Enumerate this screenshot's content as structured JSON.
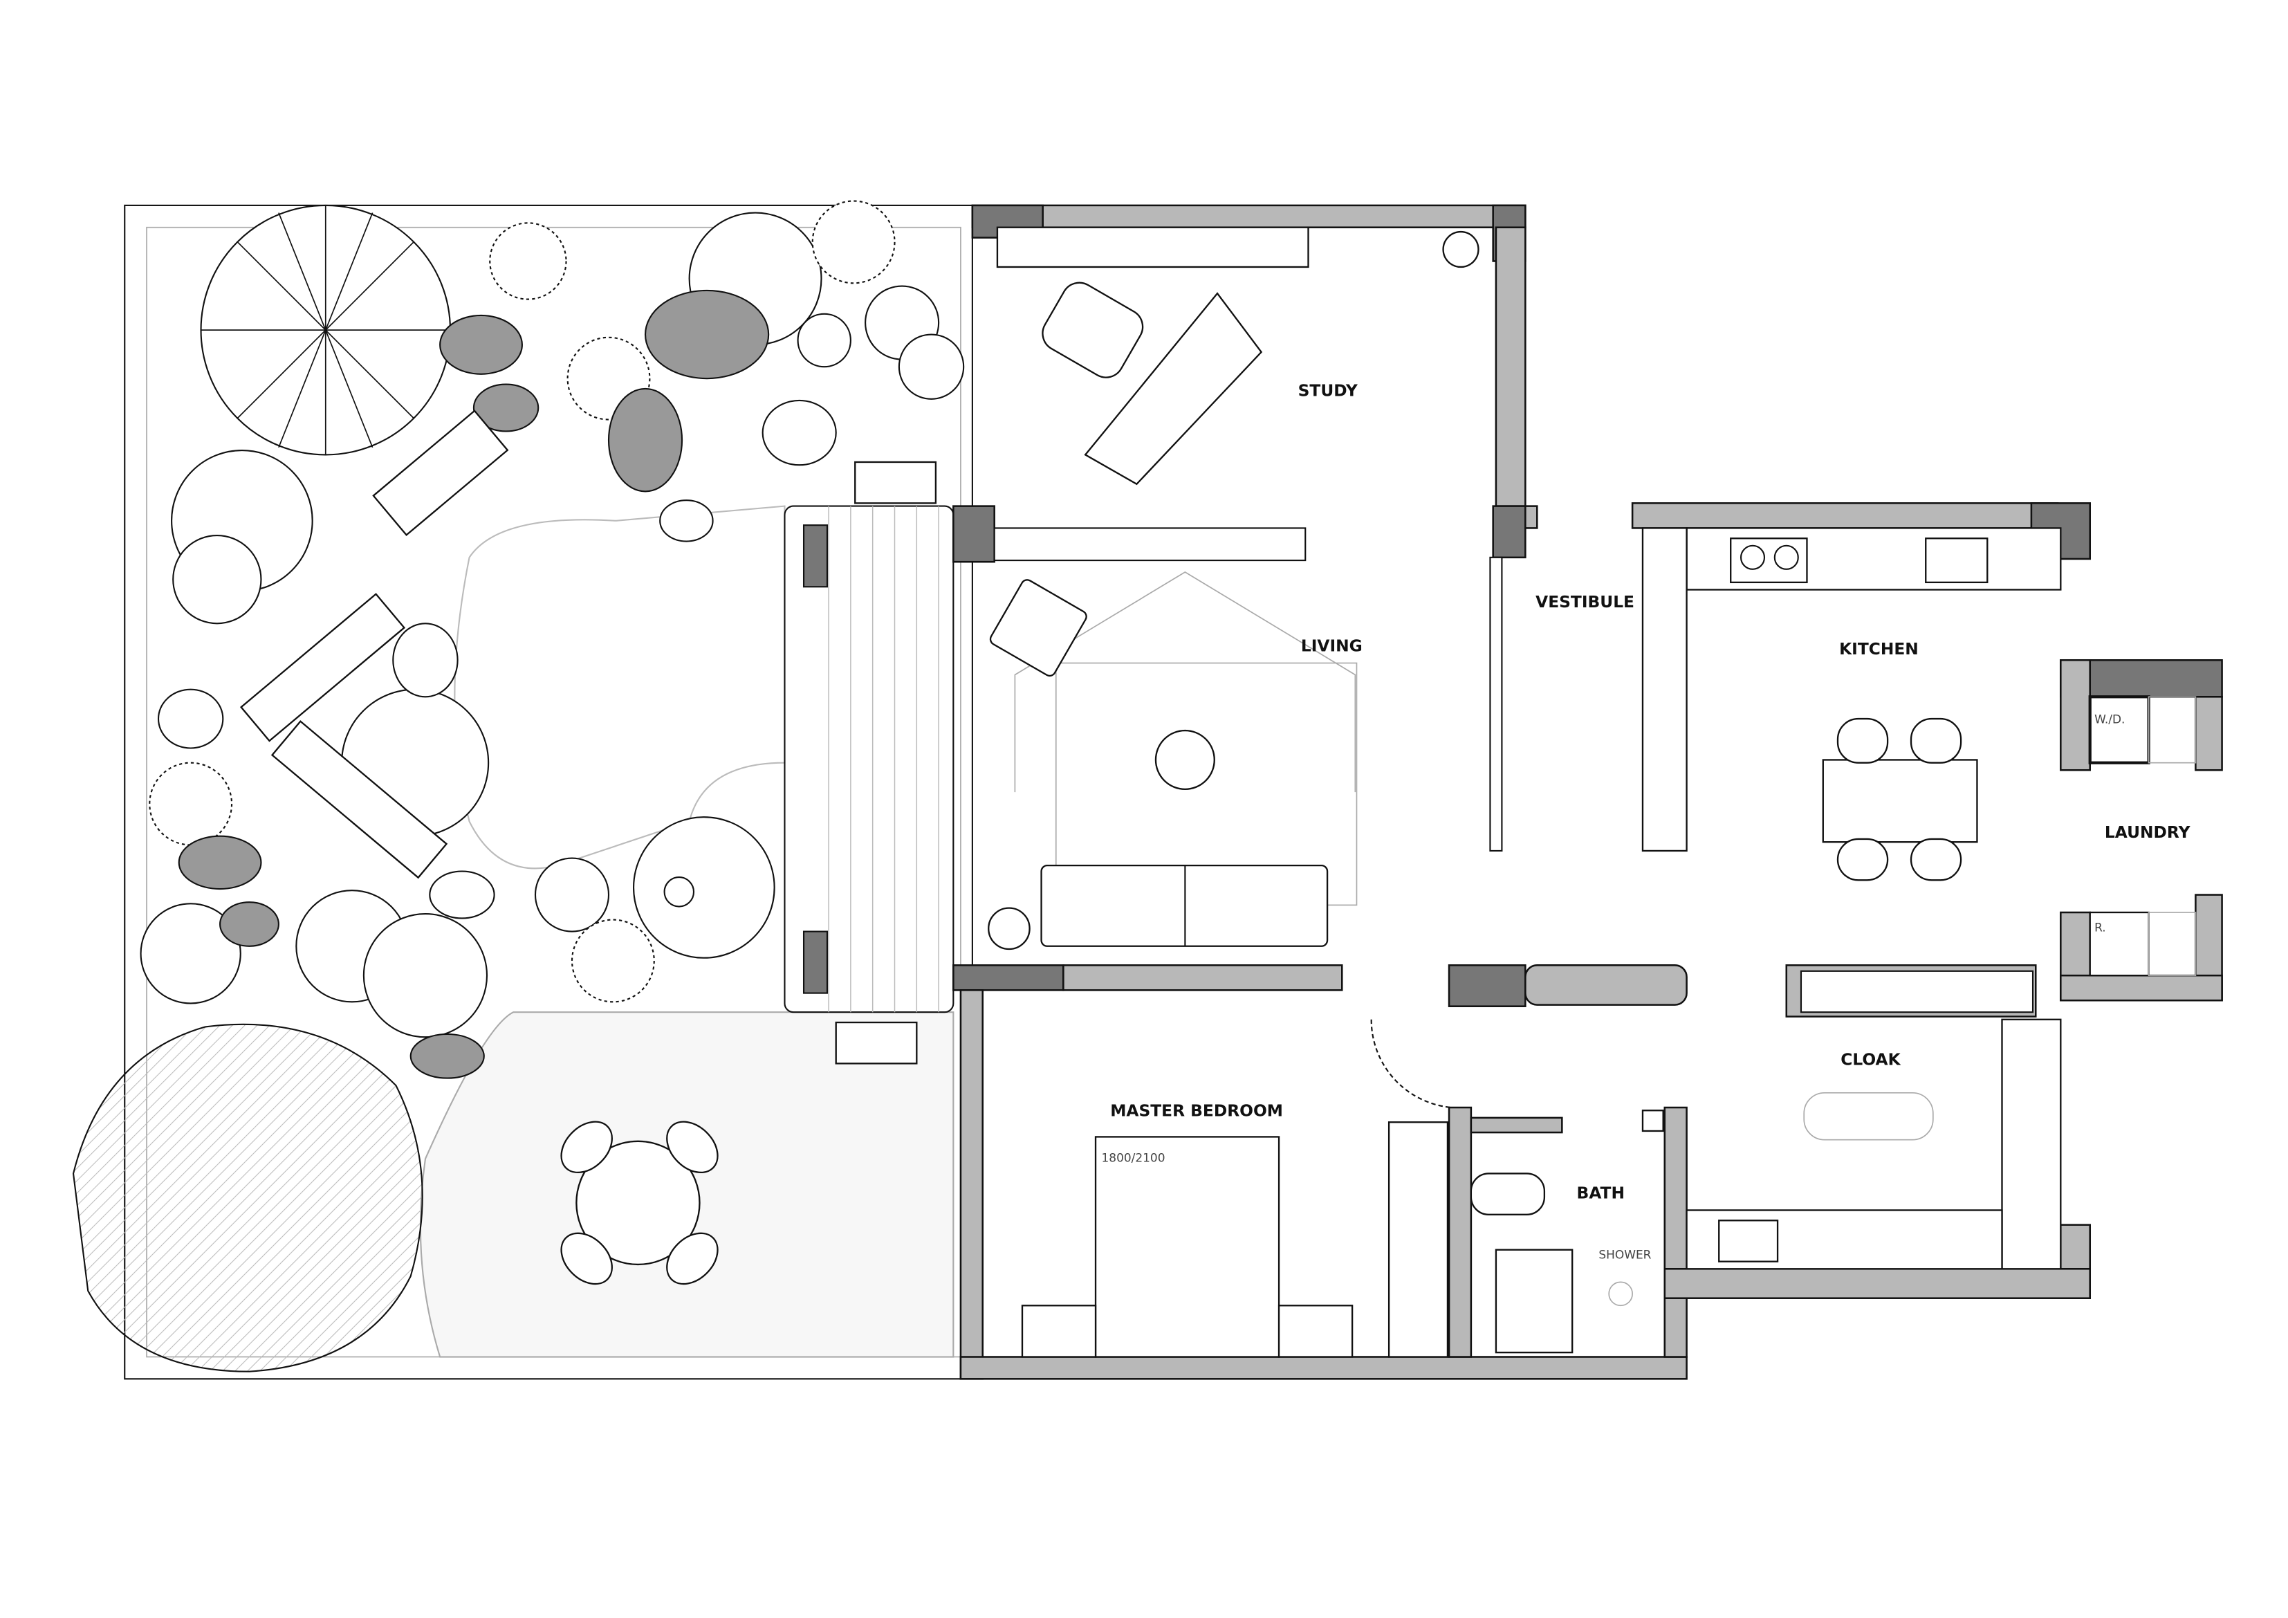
{
  "rooms": {
    "study": "STUDY",
    "living": "LIVING",
    "vestibule": "VESTIBULE",
    "kitchen": "KITCHEN",
    "laundry": "LAUNDRY",
    "cloak": "CLOAK",
    "master_bedroom": "MASTER BEDROOM",
    "bath": "BATH"
  },
  "annotations": {
    "bed_size": "1800/2100",
    "shower": "SHOWER",
    "washer_dryer": "W./D.",
    "refrigerator": "R."
  },
  "colors": {
    "wall_light": "#b8b8b8",
    "wall_dark": "#777777",
    "line": "#111111"
  }
}
